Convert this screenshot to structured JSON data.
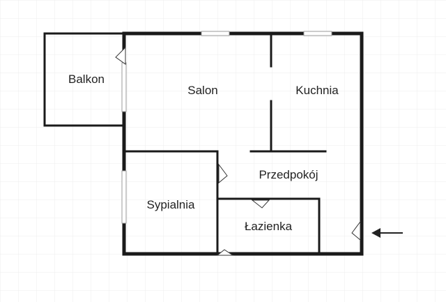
{
  "plan": {
    "rooms": [
      {
        "id": "balkon",
        "label": "Balkon"
      },
      {
        "id": "salon",
        "label": "Salon"
      },
      {
        "id": "kuchnia",
        "label": "Kuchnia"
      },
      {
        "id": "przedpokoj",
        "label": "Przedpokój"
      },
      {
        "id": "sypialnia",
        "label": "Sypialnia"
      },
      {
        "id": "lazienka",
        "label": "Łazienka"
      }
    ]
  },
  "colors": {
    "wall": "#1a1a1a",
    "grid": "#ececec",
    "background": "#ffffff"
  },
  "icons": {
    "entrance": "arrow-left-icon"
  }
}
